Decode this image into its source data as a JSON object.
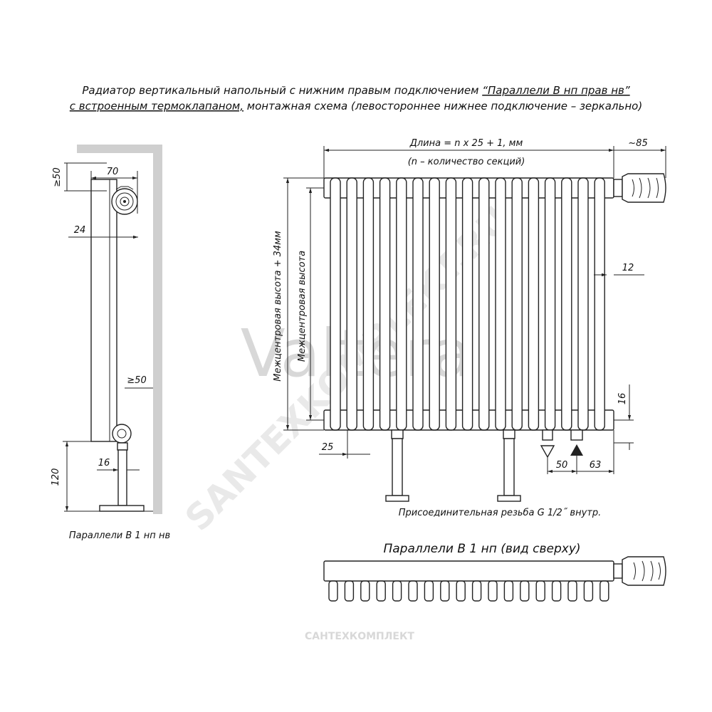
{
  "title": {
    "line1_prefix": "Радиатор вертикальный напольный с нижним правым подключением ",
    "line1_model": "“Параллели В нп прав нв”",
    "line2_link": "с встроенным термоклапаном,",
    "line2_rest": " монтажная схема (левостороннее нижнее подключение – зеркально)"
  },
  "side_view": {
    "caption": "Параллели В 1 нп нв",
    "dim_top_gap": "≥50",
    "dim_depth": "70",
    "dim_offset": "24",
    "dim_bottom_gap": "≥50",
    "dim_pipe": "16",
    "dim_floor": "120"
  },
  "front_view": {
    "length_formula": "Длина = n x 25 + 1, мм",
    "sections_note": "(n – количество секций)",
    "valve_dim": "~85",
    "outer_height": "Межцентровая высота + 34мм",
    "center_height": "Межцентровая высота",
    "side_gap": "12",
    "bottom_offset": "16",
    "section_pitch": "25",
    "dim_50": "50",
    "dim_63": "63",
    "thread_note": "Присоединительная резьба G 1/2˝ внутр."
  },
  "top_view": {
    "caption": "Параллели В 1 нп (вид сверху)"
  },
  "watermarks": {
    "brand": "Valtera",
    "diagonal": "SANTEXKOMPLEKT.RU",
    "footer": "САНТЕХКОМПЛЕКТ"
  },
  "colors": {
    "line": "#222222",
    "wall": "#cfcfcf",
    "watermark": "#d8d8d8"
  }
}
